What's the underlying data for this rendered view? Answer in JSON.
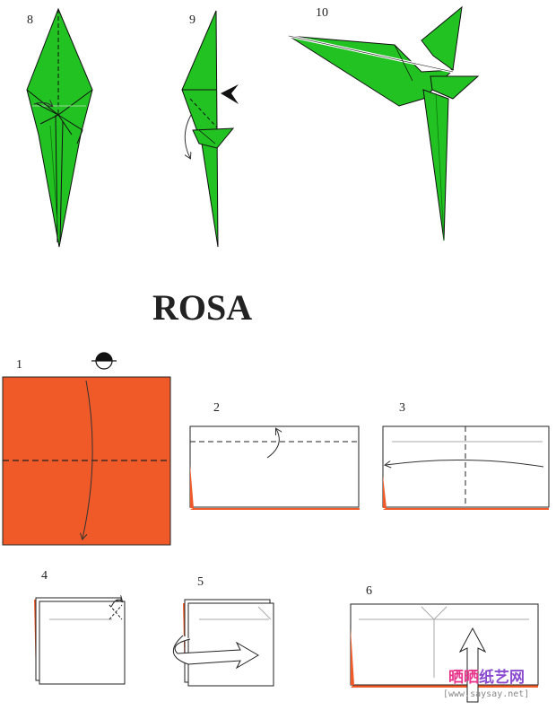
{
  "title": "ROSA",
  "steps": {
    "s8": "8",
    "s9": "9",
    "s10": "10",
    "s1": "1",
    "s2": "2",
    "s3": "3",
    "s4": "4",
    "s5": "5",
    "s6": "6"
  },
  "watermark": {
    "brand_a": "晒晒",
    "brand_b": "纸艺网",
    "url": "[www.saysay.net]"
  },
  "colors": {
    "leaf_green": "#22c222",
    "paper_orange": "#f05a28",
    "paper_white": "#ffffff",
    "outline": "#111111",
    "brand_pink": "#e8358c",
    "brand_purple": "#8a4bd0"
  },
  "icons": {
    "turn_over": "half-filled-circle-icon",
    "push_in": "black-arrowhead-icon"
  }
}
